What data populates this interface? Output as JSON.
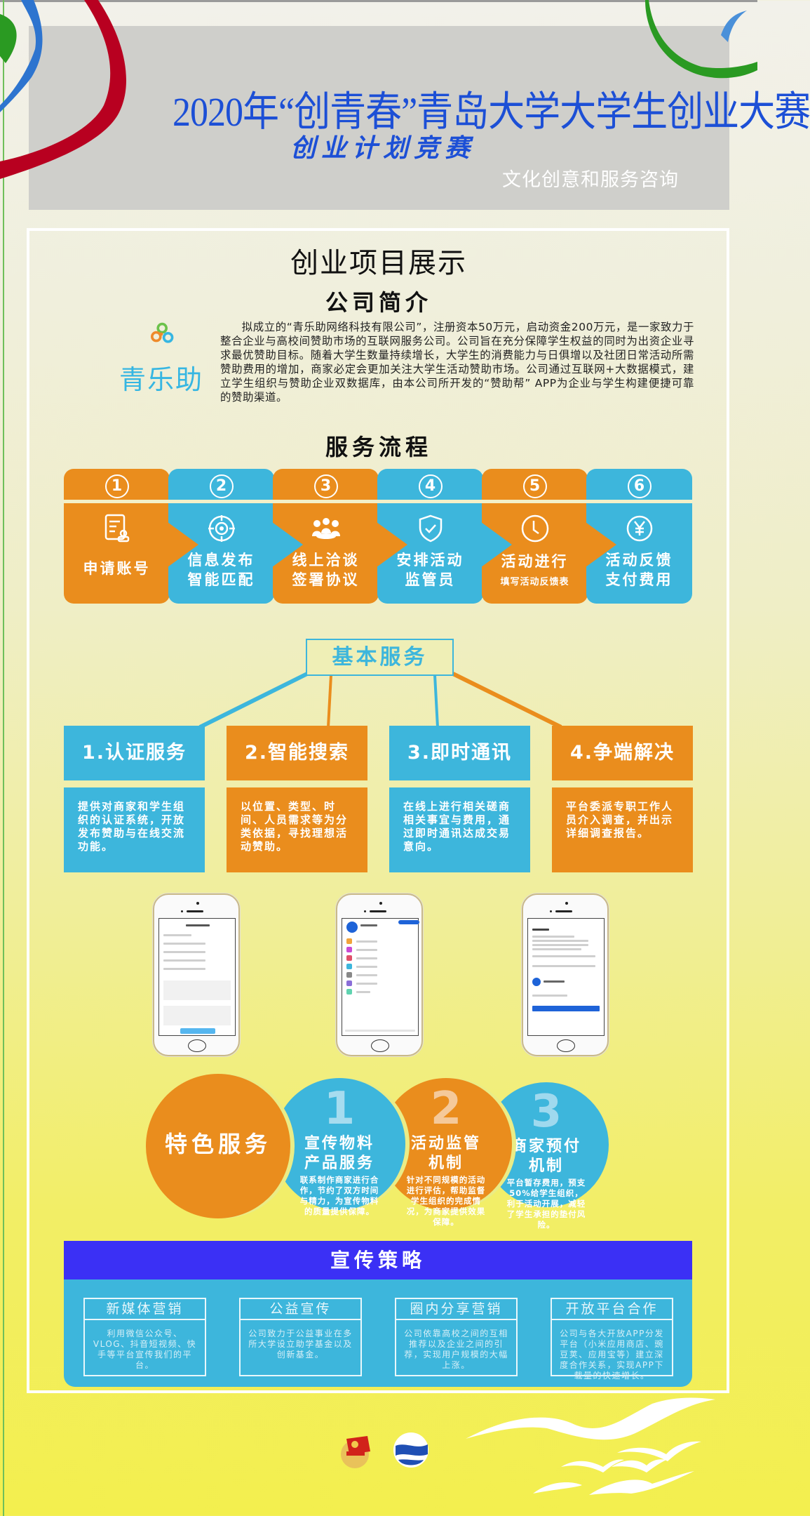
{
  "header": {
    "title": "2020年“创青春”青岛大学大学生创业大赛",
    "subtitle": "创业计划竞赛",
    "category": "文化创意和服务咨询"
  },
  "main_title": "创业项目展示",
  "company_intro": {
    "heading": "公司简介",
    "logo_text": "青乐助",
    "body": "拟成立的“青乐助网络科技有限公司”，注册资本50万元，启动资金200万元，是一家致力于整合企业与高校间赞助市场的互联网服务公司。公司旨在充分保障学生权益的同时为出资企业寻求最优赞助目标。随着大学生数量持续增长，大学生的消费能力与日俱增以及社团日常活动所需赞助费用的增加，商家必定会更加关注大学生活动赞助市场。公司通过互联网+大数据模式，建立学生组织与赞助企业双数据库，由本公司所开发的“赞助帮” APP为企业与学生构建便捷可靠的赞助渠道。"
  },
  "service_flow": {
    "heading": "服务流程",
    "steps": [
      {
        "num": "1",
        "icon": "application-form-icon",
        "line1": "申请账号",
        "line2": "",
        "sub": "",
        "color": "#ea8d1d"
      },
      {
        "num": "2",
        "icon": "target-match-icon",
        "line1": "信息发布",
        "line2": "智能匹配",
        "sub": "",
        "color": "#3db6dc"
      },
      {
        "num": "3",
        "icon": "meeting-people-icon",
        "line1": "线上洽谈",
        "line2": "签署协议",
        "sub": "",
        "color": "#ea8d1d"
      },
      {
        "num": "4",
        "icon": "shield-check-icon",
        "line1": "安排活动",
        "line2": "监管员",
        "sub": "",
        "color": "#3db6dc"
      },
      {
        "num": "5",
        "icon": "clock-icon",
        "line1": "活动进行",
        "line2": "",
        "sub": "填写活动反馈表",
        "color": "#ea8d1d"
      },
      {
        "num": "6",
        "icon": "yen-payment-icon",
        "line1": "活动反馈",
        "line2": "支付费用",
        "sub": "",
        "color": "#3db6dc"
      }
    ]
  },
  "basic_services": {
    "heading": "基本服务",
    "items": [
      {
        "title": "1.认证服务",
        "desc": "提供对商家和学生组织的认证系统，开放发布赞助与在线交流功能。"
      },
      {
        "title": "2.智能搜索",
        "desc": "以位置、类型、时间、人员需求等为分类依据，寻找理想活动赞助。"
      },
      {
        "title": "3.即时通讯",
        "desc": "在线上进行相关磋商相关事宜与费用，通过即时通讯达成交易意向。"
      },
      {
        "title": "4.争端解决",
        "desc": "平台委派专职工作人员介入调查，并出示详细调查报告。"
      }
    ]
  },
  "featured_services": {
    "heading": "特色服务",
    "items": [
      {
        "num": "1",
        "line1": "宣传物料",
        "line2": "产品服务",
        "desc": "联系制作商家进行合作，节约了双方时间与精力，为宣传物料的质量提供保障。"
      },
      {
        "num": "2",
        "line1": "活动监管",
        "line2": "机制",
        "desc": "针对不同规模的活动进行评估，帮助监督学生组织的完成情况，为商家提供效果保障。"
      },
      {
        "num": "3",
        "line1": "商家预付",
        "line2": "机制",
        "desc": "平台暂存费用，预支50%给学生组织，利于活动开展，减轻了学生承担的垫付风险。"
      }
    ]
  },
  "promotion": {
    "heading": "宣传策略",
    "items": [
      {
        "title": "新媒体营销",
        "desc": "利用微信公众号、VLOG、抖音短视频、快手等平台宣传我们的平台。"
      },
      {
        "title": "公益宣传",
        "desc": "公司致力于公益事业在多所大学设立助学基金以及创新基金。"
      },
      {
        "title": "圈内分享营销",
        "desc": "公司依靠高校之间的互相推荐以及企业之间的引荐，实现用户规模的大幅上涨。"
      },
      {
        "title": "开放平台合作",
        "desc": "公司与各大开放APP分发平台（小米应用商店、豌豆荚、应用宝等）建立深度合作关系，实现APP下载量的快速增长。"
      }
    ]
  },
  "colors": {
    "orange": "#ea8d1d",
    "blue": "#3db6dc",
    "title_blue": "#1c4fd6",
    "promo_header": "#3b30f5"
  }
}
